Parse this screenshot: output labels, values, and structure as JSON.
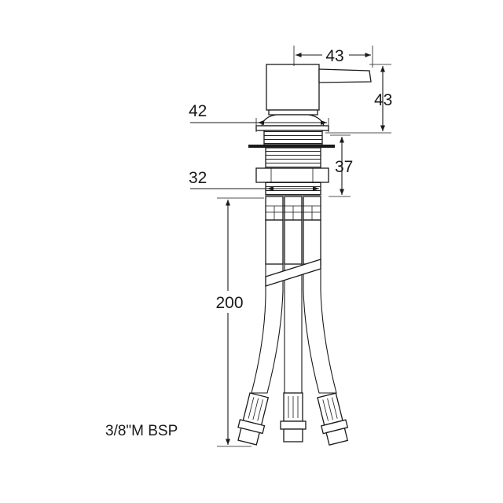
{
  "dimensions": {
    "handle_length": "43",
    "body_height": "43",
    "flange_diameter": "42",
    "thread_length": "37",
    "nut_diameter": "32",
    "hose_length": "200"
  },
  "connection_label": "3/8\"M BSP",
  "icons": [
    "mixer-tap-drawing",
    "braided-hose-icon",
    "bsp-fitting-icon"
  ]
}
